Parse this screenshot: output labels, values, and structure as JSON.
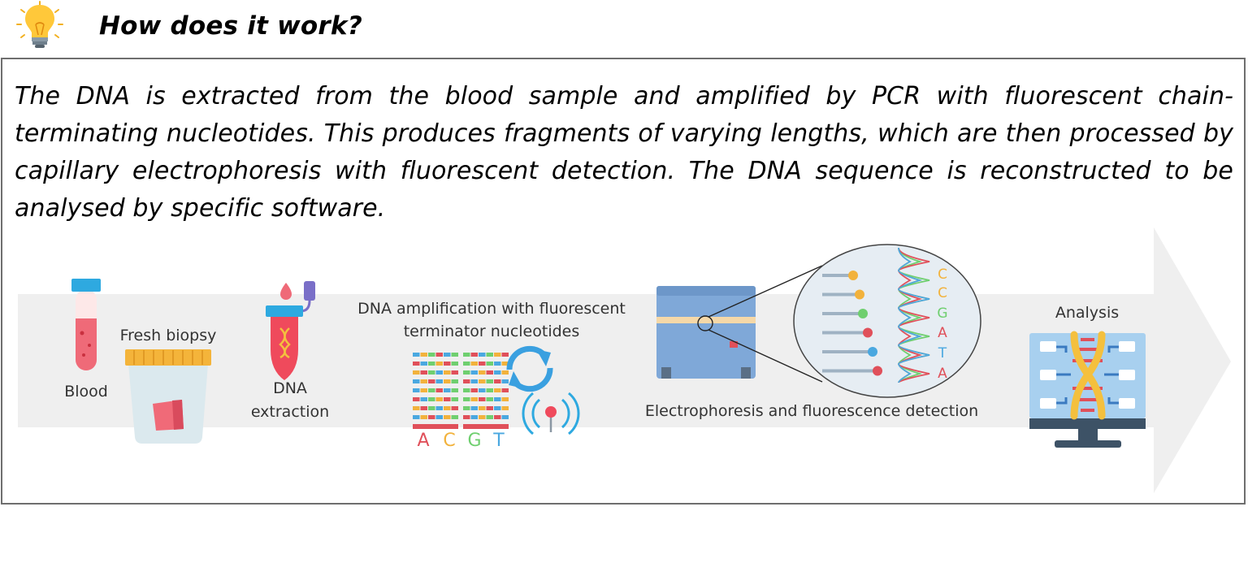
{
  "header": {
    "title": "How does it work?"
  },
  "description": "The DNA is extracted from the blood sample and amplified by PCR with fluorescent chain-terminating nucleotides. This produces fragments of varying lengths, which are then processed by capillary electrophoresis with fluorescent detection. The DNA sequence is reconstructed to be analysed by specific software.",
  "steps": {
    "blood": "Blood",
    "biopsy": "Fresh biopsy",
    "extraction_1": "DNA",
    "extraction_2": "extraction",
    "amplification_1": "DNA amplification with fluorescent",
    "amplification_2": "terminator nucleotides",
    "electrophoresis": "Electrophoresis and fluorescence detection",
    "analysis": "Analysis"
  },
  "bases_gel": [
    "A",
    "C",
    "G",
    "T"
  ],
  "bases_read": [
    "C",
    "C",
    "G",
    "A",
    "T",
    "A"
  ],
  "colors": {
    "A": "#e0505a",
    "C": "#f2b23c",
    "G": "#6fcf6f",
    "T": "#4aa8e0",
    "arrow": "#efefef"
  }
}
